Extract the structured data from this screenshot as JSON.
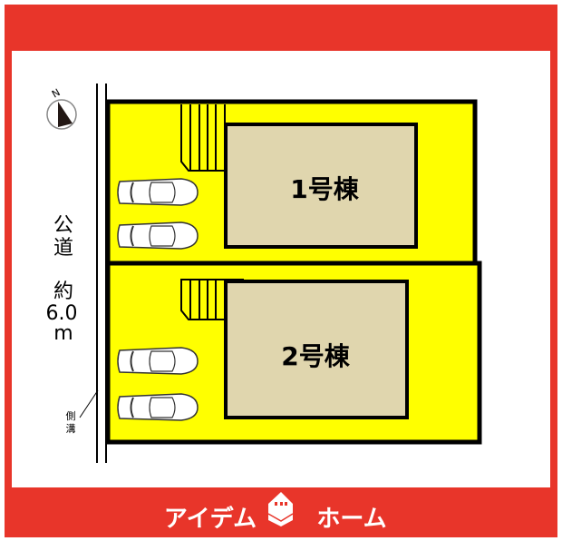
{
  "colors": {
    "frame": "#e8352a",
    "lot": "#ffff00",
    "building": "#e0d6ae",
    "line": "#000000"
  },
  "compass": {
    "north_label": "N"
  },
  "road": {
    "label_1": "公",
    "label_2": "道",
    "width_label_1": "約",
    "width_label_2": "6.0",
    "width_label_3": "m"
  },
  "gutter": {
    "label_1": "側",
    "label_2": "溝"
  },
  "buildings": [
    {
      "label": "1号棟"
    },
    {
      "label": "2号棟"
    }
  ],
  "logo": {
    "text_left": "アイデム",
    "text_right": "ホーム"
  }
}
